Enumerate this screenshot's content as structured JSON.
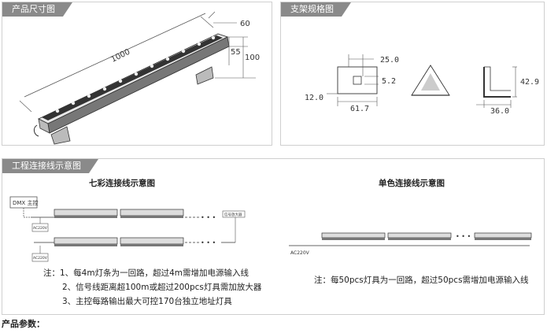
{
  "dims_panel": {
    "title": "产品尺寸图",
    "length": "1000",
    "depth": "60",
    "height_a": "55",
    "height_b": "100"
  },
  "bracket_panel": {
    "title": "支架规格图",
    "d1": "25.0",
    "d2": "5.2",
    "d3": "12.0",
    "d4": "61.7",
    "d5": "42.9",
    "d6": "36.0"
  },
  "wiring_panel": {
    "title": "工程连接线示意图",
    "rgb_title": "七彩连接线示意图",
    "mono_title": "单色连接线示意图",
    "dmx_label": "DMX 主控",
    "amp_label": "信号放大器",
    "psu_label": "AC220V",
    "ac_label": "AC220V",
    "rgb_notes": [
      "注：1、每4m灯条为一回路，超过4m需增加电源输入线",
      "2、信号线距离超100m或超过200pcs灯具需加放大器",
      "3、主控每路输出最大可控170台独立地址灯具"
    ],
    "mono_note": "注：每50pcs灯具为一回路，超过50pcs需增加电源输入线"
  },
  "footer": {
    "params_label": "产品参数："
  }
}
